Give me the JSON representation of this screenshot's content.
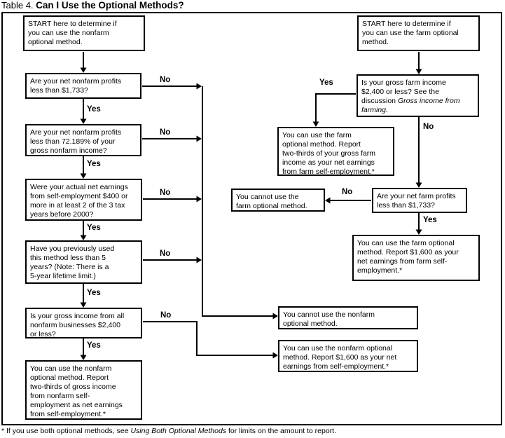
{
  "title": {
    "prefix": "Table 4. ",
    "main": "Can I Use the Optional Methods?"
  },
  "labels": {
    "yes": "Yes",
    "no": "No"
  },
  "nodes": {
    "start_nonfarm": "START here to determine if\nyou can use the nonfarm\noptional method.",
    "q_nonfarm_profits_1733": "Are your net nonfarm profits\nless than $1,733?",
    "q_nonfarm_profits_72pct": "Are your net nonfarm profits\nless than 72.189% of your\ngross nonfarm income?",
    "q_net_earnings_400": "Were your actual net earnings\nfrom self-employment $400 or\nmore in at least 2 of the 3 tax\nyears before 2000?",
    "q_used_method_5years": "Have you previously used\nthis method less than 5\nyears? (Note: There is a\n5-year lifetime limit.)",
    "q_gross_nonfarm_2400": "Is your gross income from all\nnonfarm businesses $2,400\nor less?",
    "result_nonfarm_two_thirds": "You can use the nonfarm\noptional method. Report\ntwo-thirds of gross income\nfrom nonfarm self-\nemployment as net earnings\nfrom self-employment.*",
    "start_farm": "START here to determine if\nyou can use the farm optional\nmethod.",
    "q_gross_farm_2400_pre": "Is your gross farm income\n$2,400 or less? See the\ndiscussion ",
    "q_gross_farm_2400_italic": "Gross income from\nfarming.",
    "result_farm_two_thirds": "You can use the farm\noptional method. Report\ntwo-thirds of your gross farm\nincome as your net earnings\nfrom farm self-employment.*",
    "result_cannot_farm": "You cannot use the\nfarm optional method.",
    "q_farm_profits_1733": "Are your net farm profits\nless than $1,733?",
    "result_farm_1600": "You can use the farm optional\nmethod. Report $1,600 as your\nnet earnings from farm self-\nemployment.*",
    "result_cannot_nonfarm": "You cannot use the nonfarm\noptional method.",
    "result_nonfarm_1600": "You can use the nonfarm optional\nmethod. Report $1,600 as your net\nearnings from self-employment.*"
  },
  "footnote": {
    "pre": "* If you use both optional methods, see ",
    "italic": "Using Both Optional Methods",
    "post": " for limits on the amount to report."
  }
}
